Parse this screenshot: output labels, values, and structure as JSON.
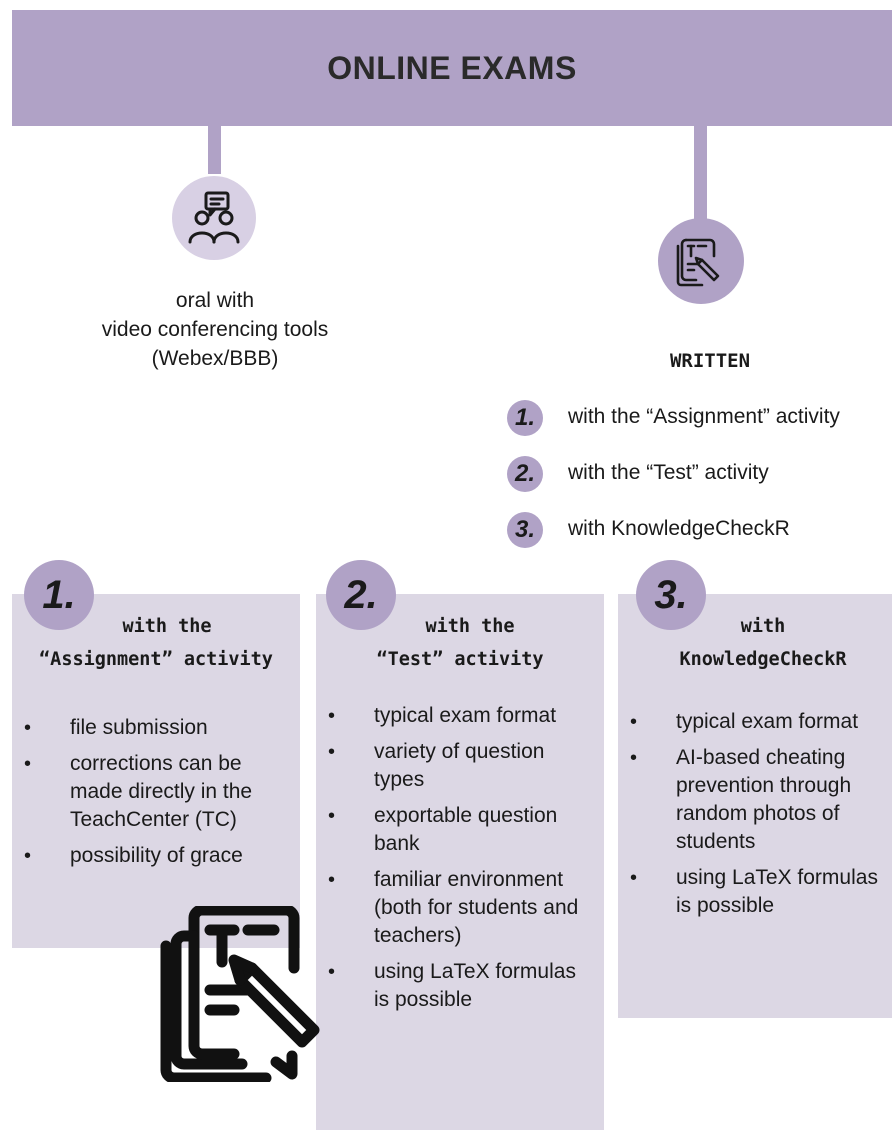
{
  "header": {
    "title": "ONLINE EXAMS"
  },
  "oral": {
    "icon": "video-conference-people-icon",
    "lines": [
      "oral with",
      "video conferencing tools",
      "(Webex/BBB)"
    ]
  },
  "written": {
    "icon": "document-pencil-icon",
    "label": "WRITTEN",
    "items": [
      {
        "num": "1.",
        "text": "with the “Assignment” activity"
      },
      {
        "num": "2.",
        "text": "with the “Test” activity"
      },
      {
        "num": "3.",
        "text": "with KnowledgeCheckR"
      }
    ]
  },
  "cards": [
    {
      "num": "1.",
      "title_lines": [
        "with the",
        "“Assignment” activity"
      ],
      "bullets": [
        "file submission",
        "corrections can be made directly in the TeachCenter (TC)",
        "possibility of grace"
      ]
    },
    {
      "num": "2.",
      "title_lines": [
        "with the",
        "“Test” activity"
      ],
      "bullets": [
        "typical exam format",
        "variety of question types",
        "exportable question bank",
        "familiar environment (both for students and teachers)",
        "using LaTeX formulas is possible"
      ]
    },
    {
      "num": "3.",
      "title_lines": [
        "with",
        "KnowledgeCheckR"
      ],
      "bullets": [
        "typical exam format",
        "AI-based cheating prevention through random photos of students",
        "using LaTeX formulas is possible"
      ]
    }
  ],
  "decoration": {
    "icon": "document-pencil-icon"
  },
  "colors": {
    "accent": "#b0a2c6",
    "light": "#d8d0e4",
    "card": "#dcd7e4"
  }
}
